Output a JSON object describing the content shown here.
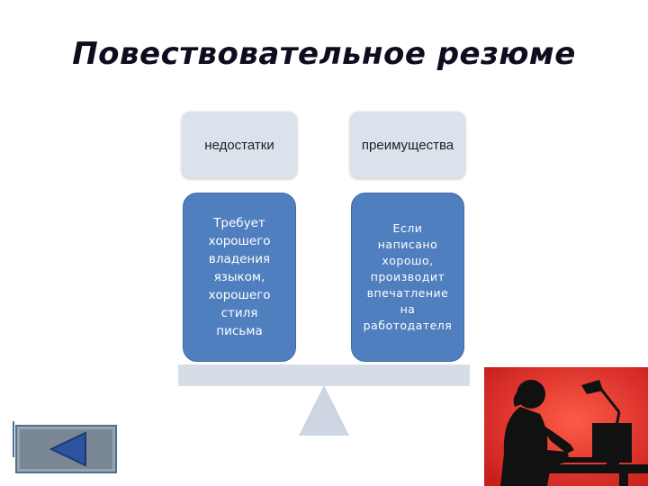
{
  "title": "Повествовательное резюме",
  "columns": {
    "left": {
      "header": "недостатки",
      "body": "Требует\nхорошего\nвладения\nязыком,\nхорошего\nстиля\nписьма"
    },
    "right": {
      "header": "преимущества",
      "body": "Если\nнаписано\nхорошо,\nпроизводит\nвпечатление\nна\nработодателя"
    }
  },
  "icons": {
    "back_button": "triangle-left-icon",
    "scale": "balance-scale",
    "photo": "person-at-computer-silhouette"
  },
  "colors": {
    "header_box": "#dbe2ec",
    "body_box": "#4f7fbe",
    "beam": "#d6dde6",
    "fulcrum": "#cdd6e2",
    "photo_background": "#d9312e",
    "back_arrow": "#2d54a0"
  }
}
